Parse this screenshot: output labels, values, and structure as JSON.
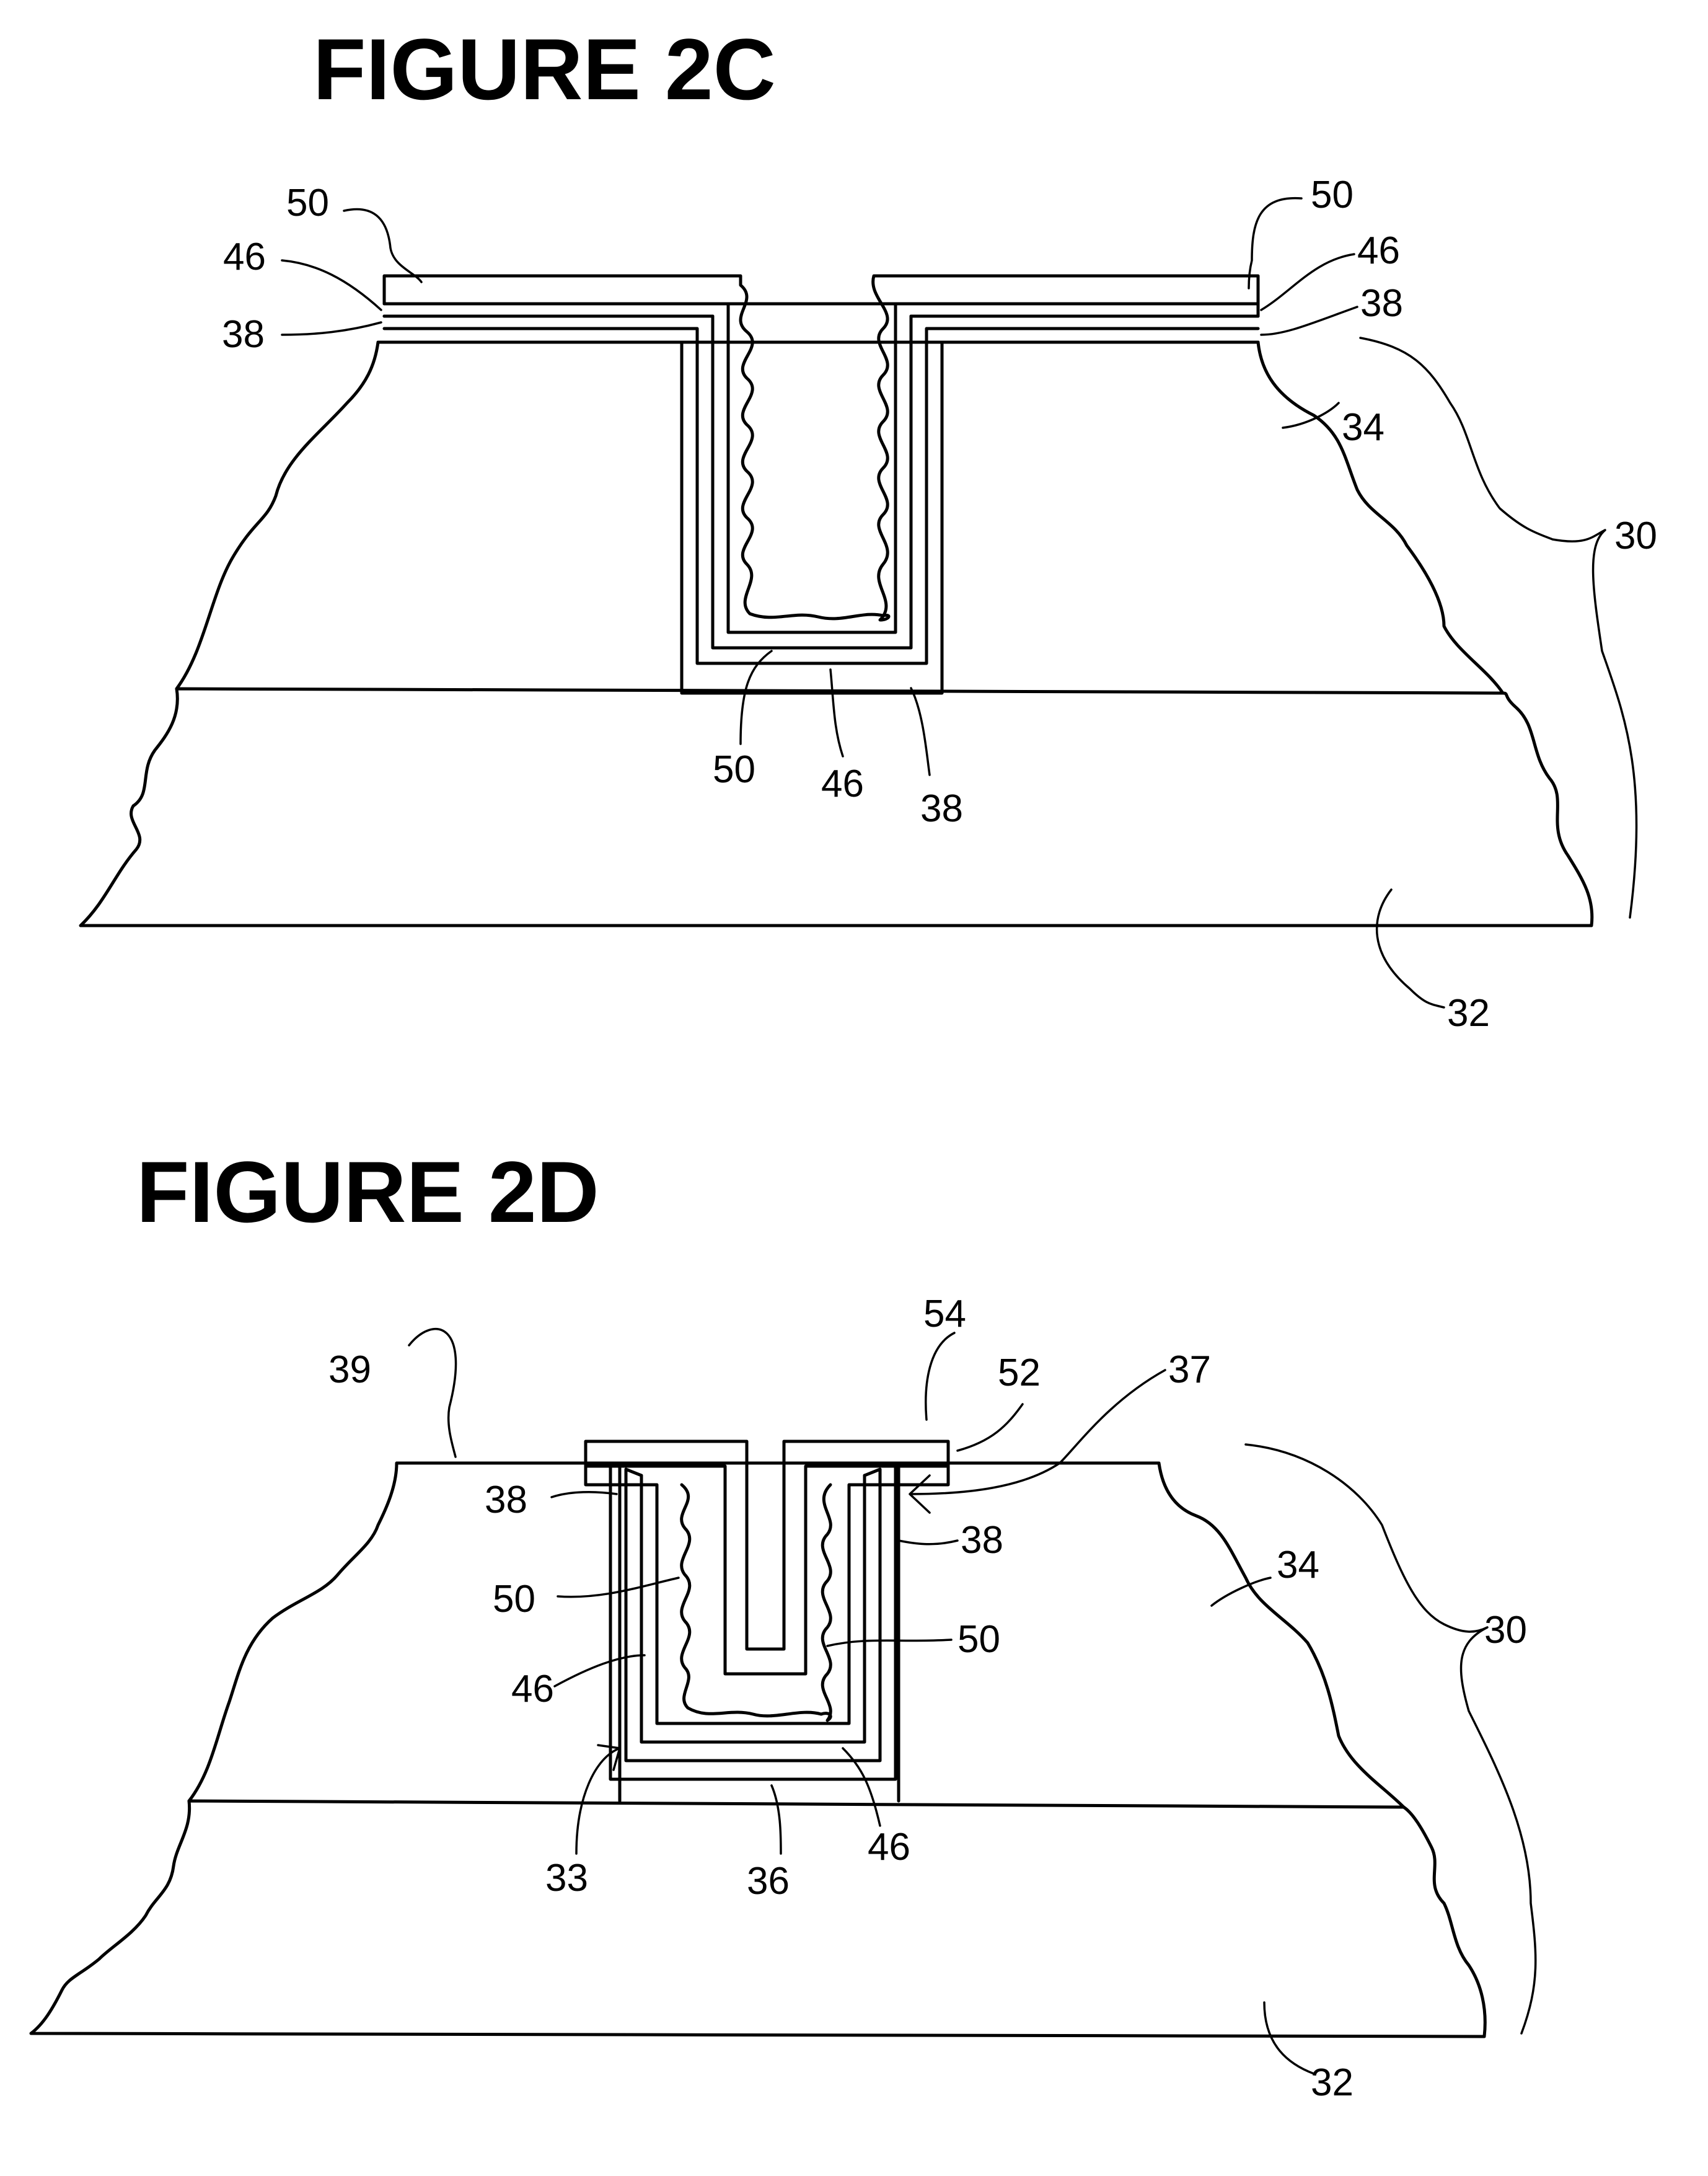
{
  "figures": [
    {
      "title": "FIGURE 2C",
      "labels": [
        "50",
        "50",
        "46",
        "46",
        "38",
        "38",
        "34",
        "30",
        "50",
        "46",
        "38",
        "32"
      ]
    },
    {
      "title": "FIGURE 2D",
      "labels": [
        "54",
        "52",
        "37",
        "39",
        "38",
        "38",
        "34",
        "50",
        "50",
        "46",
        "30",
        "33",
        "36",
        "46",
        "32"
      ]
    }
  ]
}
